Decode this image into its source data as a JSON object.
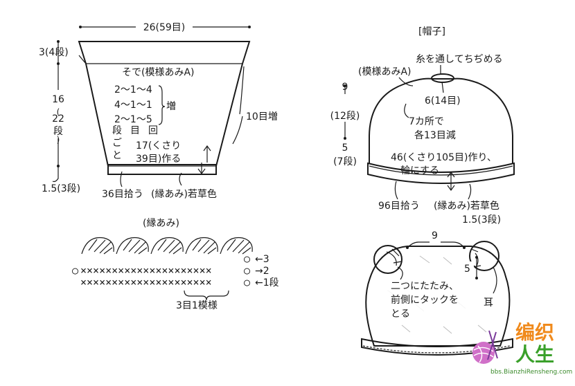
{
  "sleeve": {
    "top_width": "26(59目)",
    "top_rows": "3(4段)",
    "height_cm": "16",
    "height_rows": "(22段)",
    "bottom_rows": "1.5(3段)",
    "title": "そで(模様あみA)",
    "inc_rows": [
      "2〜1〜4",
      "4〜1〜1",
      "2〜1〜5"
    ],
    "inc_label": "増",
    "header_words": [
      "段",
      "目",
      "回"
    ],
    "vertical_label": "段ごと",
    "side_inc": "10目増",
    "chain_cast_on_1": "17(くさり",
    "chain_cast_on_2": "39目)作る",
    "pick_up": "36目拾う",
    "border_color": "(縁あみ)若草色"
  },
  "border": {
    "title": "(縁あみ)",
    "row_labels": [
      "←3",
      "→2",
      "←1段"
    ],
    "repeat_label": "3目1模様",
    "x_rows": [
      "×××××××××××××××××××××",
      "×××××××××××××××××××××"
    ],
    "marks": [
      "○",
      "○",
      "○",
      "○"
    ]
  },
  "hat": {
    "title": "[帽子]",
    "drawstring": "糸を通してちぢめる",
    "pattern": "(模様あみA)",
    "top_stitches": "6(14目)",
    "dec": [
      "7カ所で",
      "各13目減"
    ],
    "height_top": [
      "9",
      "(12段)"
    ],
    "height_bottom": [
      "5",
      "(7段)"
    ],
    "cast_on": [
      "46(くさり105目)作り、",
      "輪にする"
    ],
    "pick_up": "96目拾う",
    "border_color": "(縁あみ)若草色",
    "border_rows": "1.5(3段)"
  },
  "hat_finish": {
    "top_width": "9",
    "ear_size": "5",
    "fold_note": [
      "二つにたたみ、",
      "前側にタックを",
      "とる"
    ],
    "ear_label": "耳"
  },
  "watermark": {
    "title_line1": "编织",
    "title_line2": "人生",
    "url": "bbs.BianzhiRensheng.com",
    "colors": {
      "orange": "#f08a1c",
      "green": "#3aa02a",
      "purple": "#9b3fb0",
      "pink": "#e04a8a"
    }
  }
}
